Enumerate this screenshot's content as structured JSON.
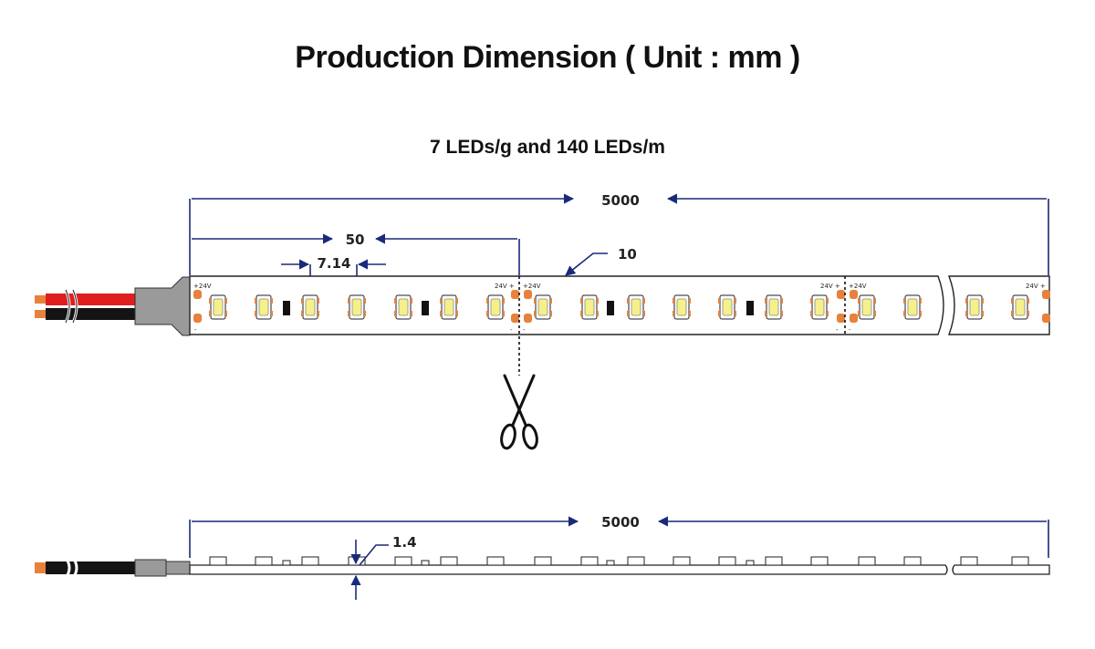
{
  "title": "Production Dimension ( Unit : mm )",
  "subtitle": "7 LEDs/g and 140 LEDs/m",
  "top_view": {
    "length_label": "5000",
    "cut_group_label": "50",
    "led_pitch_label": "7.14",
    "width_label": "10",
    "pad_plus_label": "+24V",
    "pad_minus_label": "-",
    "pad_right_label": "24V +",
    "end_label": "24V +"
  },
  "side_view": {
    "length_label": "5000",
    "thickness_label": "1.4"
  },
  "colors": {
    "dimension_line": "#1a2a7a",
    "pad": "#e8813a",
    "wire_red": "#e01e1e",
    "wire_black": "#141414",
    "led_yellow": "#f5f08a",
    "connector": "#999999"
  },
  "icons": [
    "scissors-icon",
    "arrow-icon"
  ]
}
